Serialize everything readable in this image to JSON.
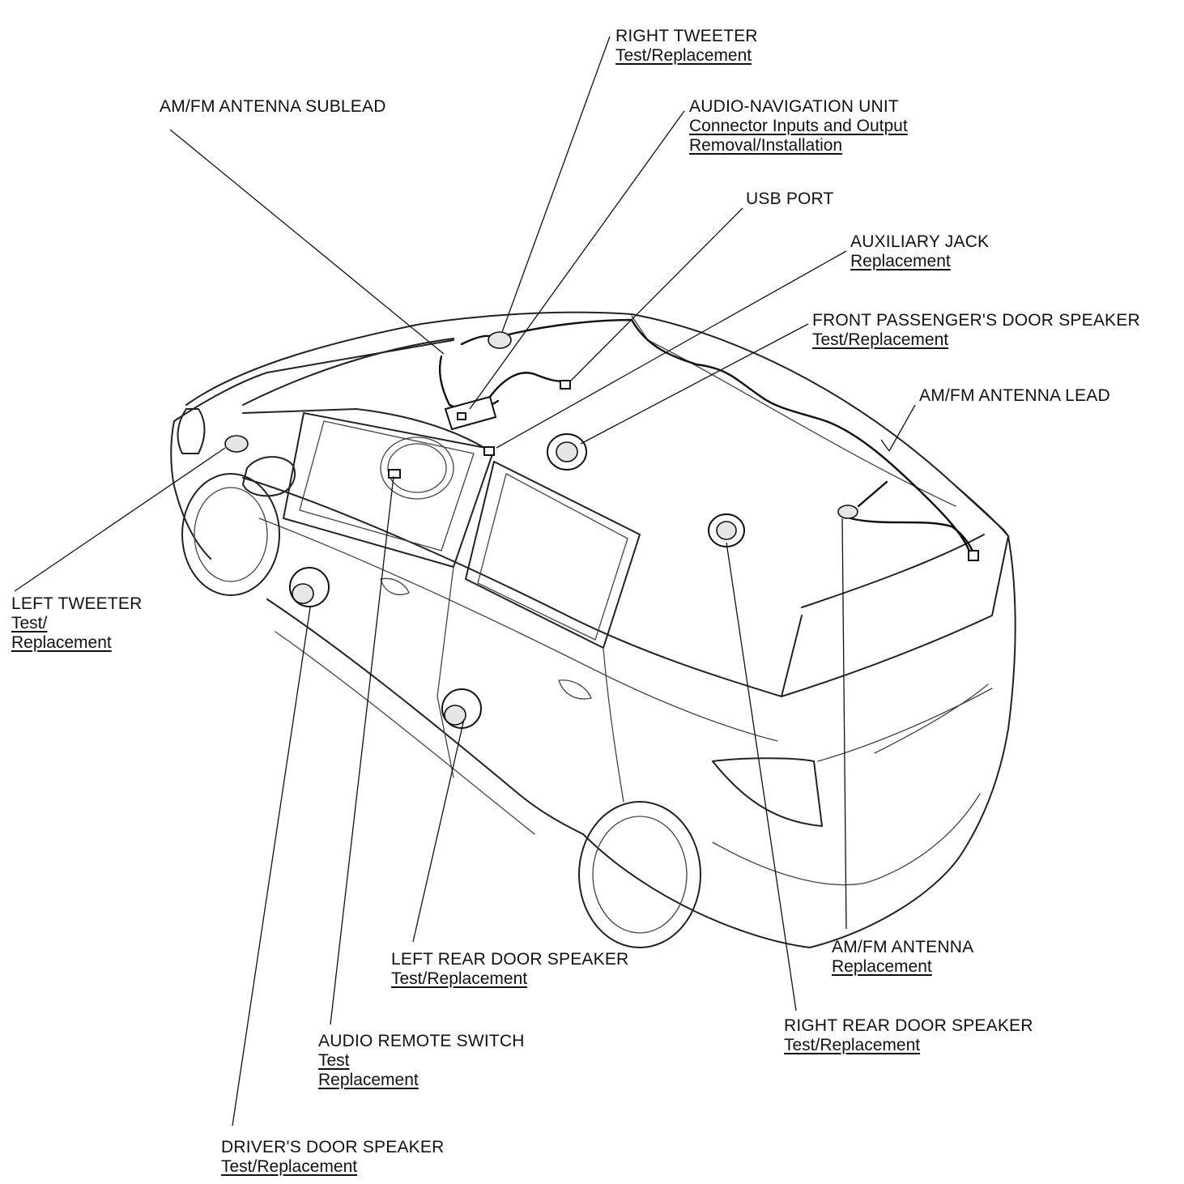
{
  "callouts": {
    "right_tweeter": {
      "title": "RIGHT TWEETER",
      "links": [
        "Test/Replacement"
      ]
    },
    "am_fm_antenna_sublead": {
      "title": "AM/FM ANTENNA SUBLEAD",
      "links": []
    },
    "audio_navigation_unit": {
      "title": "AUDIO-NAVIGATION UNIT",
      "links": [
        "Connector Inputs and Output",
        "Removal/Installation"
      ]
    },
    "usb_port": {
      "title": "USB PORT",
      "links": []
    },
    "auxiliary_jack": {
      "title": "AUXILIARY JACK",
      "links": [
        "Replacement"
      ]
    },
    "front_passenger_door_speaker": {
      "title": "FRONT PASSENGER'S DOOR SPEAKER",
      "links": [
        "Test/Replacement"
      ]
    },
    "am_fm_antenna_lead": {
      "title": "AM/FM ANTENNA LEAD",
      "links": []
    },
    "left_tweeter": {
      "title": "LEFT TWEETER",
      "links": [
        "Test/",
        "Replacement"
      ]
    },
    "left_rear_door_speaker": {
      "title": "LEFT REAR DOOR SPEAKER",
      "links": [
        "Test/Replacement"
      ]
    },
    "am_fm_antenna": {
      "title": "AM/FM ANTENNA",
      "links": [
        "Replacement"
      ]
    },
    "right_rear_door_speaker": {
      "title": "RIGHT REAR DOOR SPEAKER",
      "links": [
        "Test/Replacement"
      ]
    },
    "audio_remote_switch": {
      "title": "AUDIO REMOTE SWITCH",
      "links": [
        "Test",
        "Replacement"
      ]
    },
    "drivers_door_speaker": {
      "title": "DRIVER'S DOOR SPEAKER",
      "links": [
        "Test/Replacement"
      ]
    }
  }
}
